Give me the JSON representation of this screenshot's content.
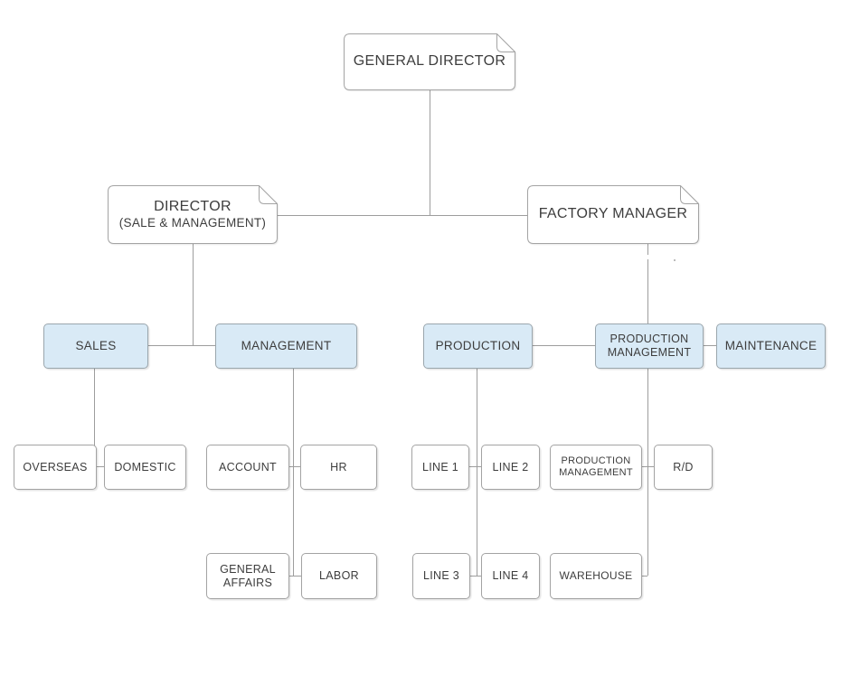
{
  "diagram": {
    "kind": "org-chart",
    "colors": {
      "background": "#ffffff",
      "highlight_fill": "#d9eaf6",
      "box_border": "#a3a3a3",
      "connector": "#9d9d9d",
      "text": "#3d3d3d"
    },
    "nodes": {
      "general_director": {
        "label": "GENERAL DIRECTOR"
      },
      "director": {
        "label": "DIRECTOR",
        "sublabel": "(SALE & MANAGEMENT)"
      },
      "factory_manager": {
        "label": "FACTORY MANAGER"
      },
      "sales": {
        "label": "SALES"
      },
      "management": {
        "label": "MANAGEMENT"
      },
      "production": {
        "label": "PRODUCTION"
      },
      "production_management": {
        "label": "PRODUCTION",
        "sublabel": "MANAGEMENT"
      },
      "maintenance": {
        "label": "MAINTENANCE"
      },
      "overseas": {
        "label": "OVERSEAS"
      },
      "domestic": {
        "label": "DOMESTIC"
      },
      "account": {
        "label": "ACCOUNT"
      },
      "hr": {
        "label": "HR"
      },
      "line1": {
        "label": "LINE 1"
      },
      "line2": {
        "label": "LINE 2"
      },
      "production_management_dept": {
        "label": "PRODUCTION",
        "sublabel": "MANAGEMENT"
      },
      "rd": {
        "label": "R/D"
      },
      "general_affairs": {
        "label": "GENERAL",
        "sublabel": "AFFAIRS"
      },
      "labor": {
        "label": "LABOR"
      },
      "line3": {
        "label": "LINE 3"
      },
      "line4": {
        "label": "LINE 4"
      },
      "warehouse": {
        "label": "WAREHOUSE"
      }
    },
    "edges": [
      [
        "general_director",
        "director"
      ],
      [
        "general_director",
        "factory_manager"
      ],
      [
        "director",
        "sales"
      ],
      [
        "director",
        "management"
      ],
      [
        "factory_manager",
        "production_management"
      ],
      [
        "production",
        "production_management"
      ],
      [
        "production_management",
        "maintenance"
      ],
      [
        "sales",
        "overseas"
      ],
      [
        "sales",
        "domestic"
      ],
      [
        "management",
        "account"
      ],
      [
        "management",
        "hr"
      ],
      [
        "management",
        "general_affairs"
      ],
      [
        "management",
        "labor"
      ],
      [
        "production",
        "line1"
      ],
      [
        "production",
        "line2"
      ],
      [
        "production",
        "line3"
      ],
      [
        "production",
        "line4"
      ],
      [
        "production_management",
        "production_management_dept"
      ],
      [
        "production_management",
        "rd"
      ],
      [
        "production_management",
        "warehouse"
      ]
    ]
  }
}
